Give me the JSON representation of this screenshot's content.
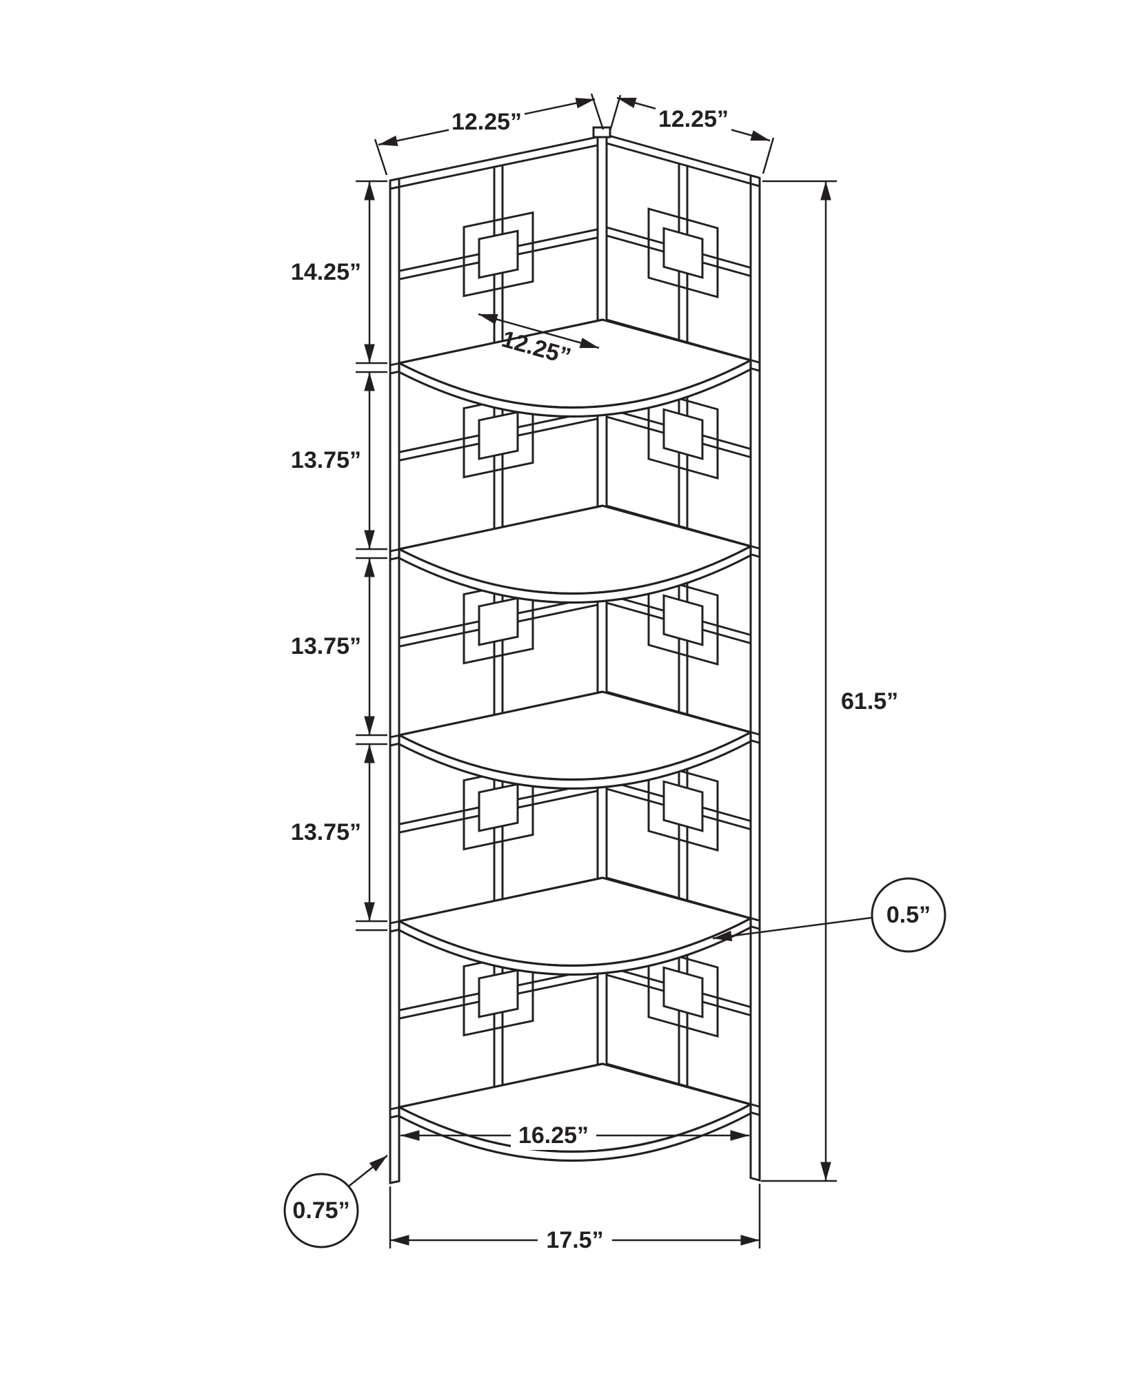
{
  "figure": {
    "type": "technical-dimension-drawing",
    "subject": "4-tier corner etagere bookcase",
    "line_color": "#231f20",
    "background": "#ffffff"
  },
  "dims": {
    "panel_left_width": "12.25”",
    "panel_right_width": "12.25”",
    "tier_heights": [
      "14.25”",
      "13.75”",
      "13.75”",
      "13.75”"
    ],
    "total_height": "61.5”",
    "shelf_depth": "12.25”",
    "shelf_thickness": "0.5”",
    "frame_thickness": "0.75”",
    "shelf_width": "16.25”",
    "base_width": "17.5”"
  }
}
